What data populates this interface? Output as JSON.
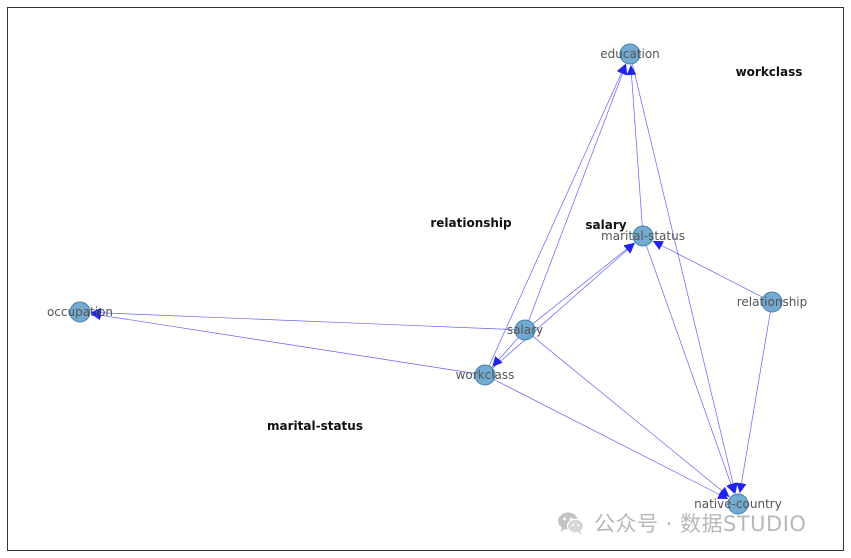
{
  "diagram": {
    "nodes": [
      {
        "id": "education",
        "label": "education"
      },
      {
        "id": "marital-status",
        "label": "marital-status"
      },
      {
        "id": "relationship",
        "label": "relationship"
      },
      {
        "id": "occupation",
        "label": "occupation"
      },
      {
        "id": "salary",
        "label": "salary"
      },
      {
        "id": "workclass",
        "label": "workclass"
      },
      {
        "id": "native-country",
        "label": "native-country"
      }
    ],
    "edges": [
      {
        "from": "salary",
        "to": "education"
      },
      {
        "from": "workclass",
        "to": "education"
      },
      {
        "from": "marital-status",
        "to": "education"
      },
      {
        "from": "salary",
        "to": "occupation"
      },
      {
        "from": "workclass",
        "to": "occupation"
      },
      {
        "from": "salary",
        "to": "marital-status"
      },
      {
        "from": "workclass",
        "to": "marital-status"
      },
      {
        "from": "relationship",
        "to": "marital-status"
      },
      {
        "from": "salary",
        "to": "workclass"
      },
      {
        "from": "salary",
        "to": "native-country"
      },
      {
        "from": "workclass",
        "to": "native-country"
      },
      {
        "from": "marital-status",
        "to": "native-country"
      },
      {
        "from": "relationship",
        "to": "native-country"
      },
      {
        "from": "education",
        "to": "native-country"
      }
    ],
    "floating_labels": [
      {
        "id": "workclass",
        "text": "workclass"
      },
      {
        "id": "relationship",
        "text": "relationship"
      },
      {
        "id": "salary",
        "text": "salary"
      },
      {
        "id": "marital-status",
        "text": "marital-status"
      }
    ],
    "colors": {
      "node_fill": "#5b9bc8",
      "node_stroke": "#3f7fae",
      "edge": "#2f2ff5",
      "arrow": "#2222ee",
      "border": "#333333",
      "watermark": "#b8b8b8"
    }
  },
  "watermark": {
    "icon": "wechat-icon",
    "text": "公众号 · 数据STUDIO"
  }
}
